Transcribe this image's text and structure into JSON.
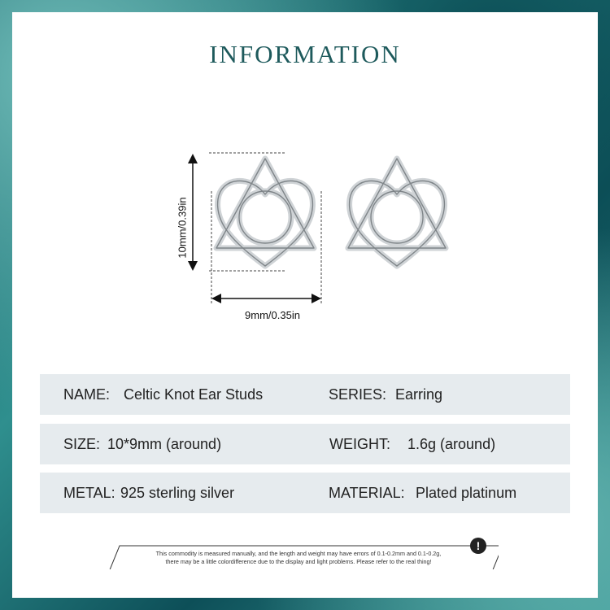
{
  "header": {
    "title": "INFORMATION"
  },
  "dimensions": {
    "height_label": "10mm/0.39in",
    "width_label": "9mm/0.35in"
  },
  "specs": {
    "rows": [
      {
        "left_label": "NAME:",
        "left_value": "Celtic Knot Ear Studs",
        "right_label": "SERIES:",
        "right_value": "Earring"
      },
      {
        "left_label": "SIZE:",
        "left_value": "10*9mm (around)",
        "right_label": "WEIGHT:",
        "right_value": "1.6g (around)"
      },
      {
        "left_label": "METAL:",
        "left_value": "925 sterling silver",
        "right_label": "MATERIAL:",
        "right_value": "Plated platinum"
      }
    ]
  },
  "notice": {
    "line1": "This commodity is measured manually, and the length and weight may have errors of 0.1-0.2mm and 0.1-0.2g,",
    "line2": "there may be a little colordifference due to the display and light problems. Please refer to the real thing!",
    "icon": "exclamation-icon",
    "icon_glyph": "!"
  },
  "colors": {
    "title": "#1e5a5c",
    "row_bg": "#e6ebee",
    "frame": "#1f7a7a"
  }
}
